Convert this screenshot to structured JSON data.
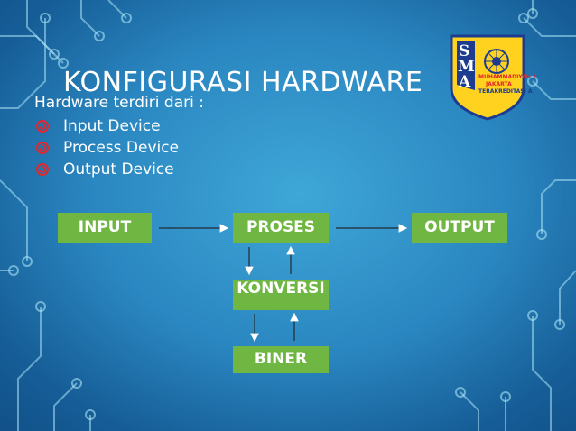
{
  "slide": {
    "title": "KONFIGURASI HARDWARE",
    "intro": "Hardware terdiri dari :",
    "bullets": [
      "Input Device",
      "Process Device",
      "Output Device"
    ]
  },
  "diagram": {
    "nodes": {
      "input": "INPUT",
      "proses": "PROSES",
      "output": "OUTPUT",
      "konversi": "KONVERSI",
      "biner": "BINER"
    },
    "edges": [
      {
        "from": "input",
        "to": "proses"
      },
      {
        "from": "proses",
        "to": "output"
      },
      {
        "from": "proses",
        "to": "konversi"
      },
      {
        "from": "konversi",
        "to": "proses"
      },
      {
        "from": "konversi",
        "to": "biner"
      },
      {
        "from": "biner",
        "to": "konversi"
      }
    ]
  },
  "logo": {
    "letters": [
      "S",
      "M",
      "A"
    ],
    "lines": [
      "MUHAMMADIYAH 1",
      "JAKARTA",
      "TERAKREDITASI A"
    ],
    "colors": {
      "shield": "#ffd21f",
      "panel": "#1d3c8f",
      "border": "#1d3c8f",
      "text": "#e3262b"
    }
  },
  "colors": {
    "box_fill": "#6fb742",
    "text": "#ffffff",
    "bullet": "#e3262b",
    "circuit": "#a9e3f5"
  },
  "icons": {
    "bullet": "spiral-bullet-icon"
  }
}
